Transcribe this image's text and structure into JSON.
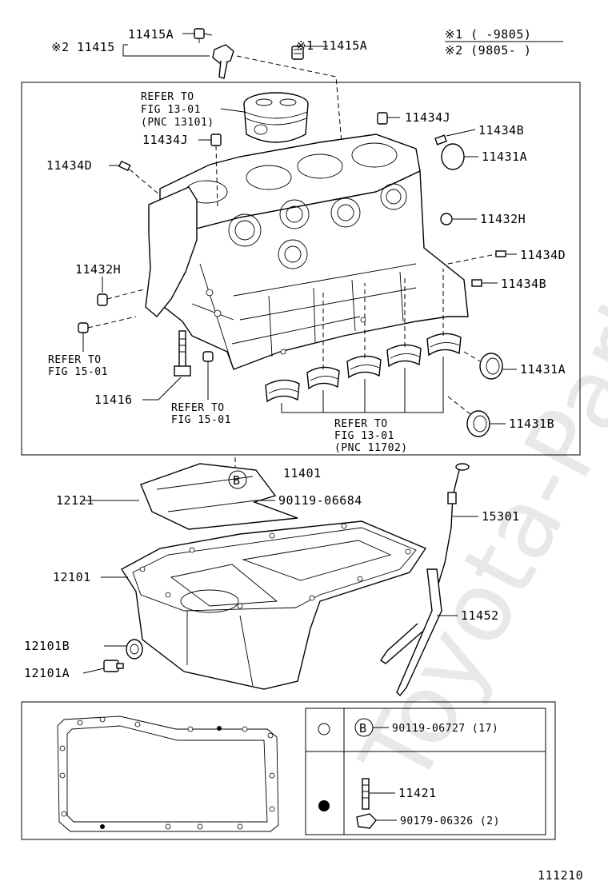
{
  "watermark": "Toyota-Parts.ru",
  "legend": {
    "note1": "※1 (      -9805)",
    "note2": "※2 (9805-      )"
  },
  "callouts": {
    "c11415": "※2 11415",
    "c11415A_a": "11415A",
    "c11415A_b": "※1 11415A",
    "c11434J_a": "11434J",
    "c11434B_a": "11434B",
    "c11431A_a": "11431A",
    "c11434J_b": "11434J",
    "c11434D_a": "11434D",
    "c11432H_a": "11432H",
    "c11434D_b": "11434D",
    "c11432H_b": "11432H",
    "c11434B_b": "11434B",
    "c11431A_b": "11431A",
    "c11431B": "11431B",
    "c11416": "11416",
    "c11401": "11401",
    "c12121": "12121",
    "c90119_06684": "90119-06684",
    "c15301": "15301",
    "c12101": "12101",
    "c11452": "11452",
    "c12101B": "12101B",
    "c12101A": "12101A",
    "circle_b": "B"
  },
  "refers": {
    "piston": [
      "REFER TO",
      "FIG 13-01",
      "(PNC 13101)"
    ],
    "left": [
      "REFER TO",
      "FIG 15-01"
    ],
    "bottom": [
      "REFER TO",
      "FIG 15-01"
    ],
    "bearings": [
      "REFER TO",
      "FIG 13-01",
      "(PNC 11702)"
    ]
  },
  "table": {
    "row1_circle": "B",
    "row1_part": "90119-06727 (17)",
    "row2_part_a": "11421",
    "row2_part_b": "90179-06326 (2)"
  },
  "figure_code": "111210"
}
